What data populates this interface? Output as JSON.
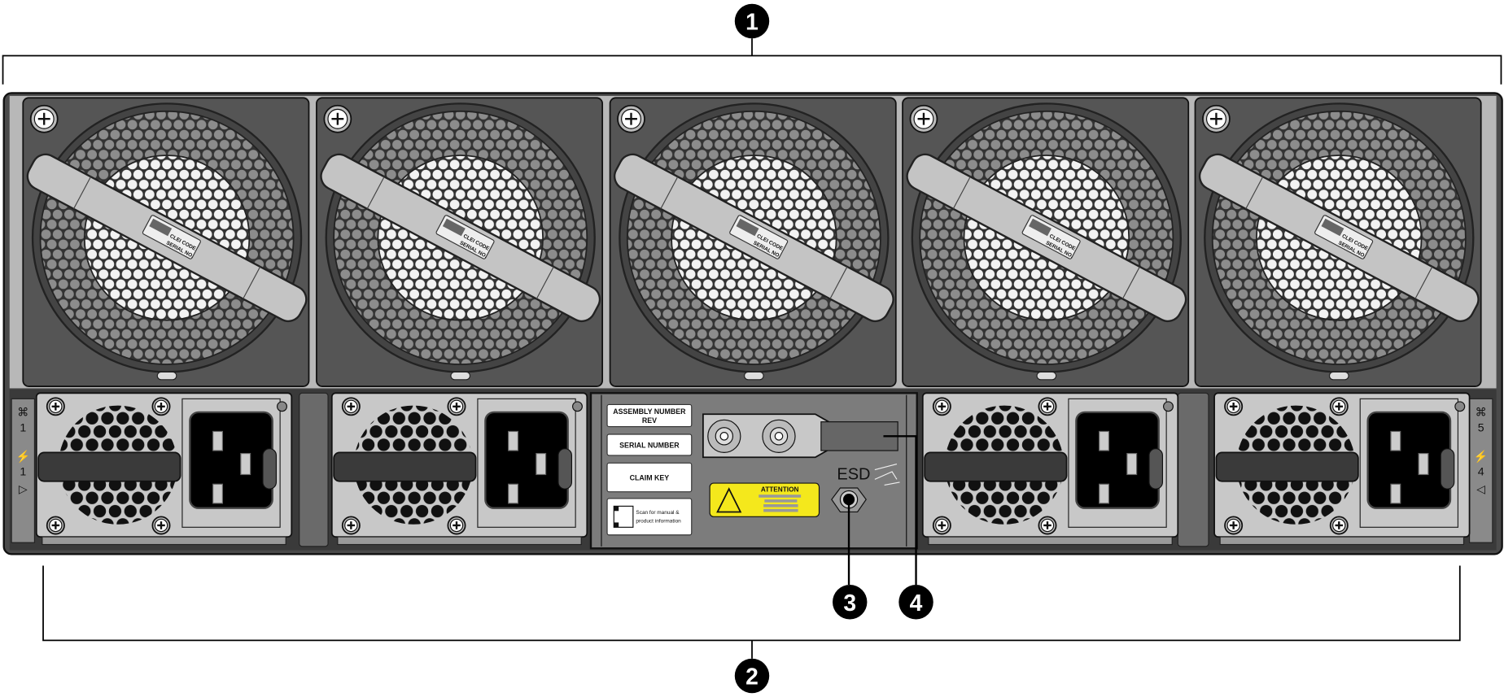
{
  "callouts": {
    "c1": "1",
    "c2": "2",
    "c3": "3",
    "c4": "4"
  },
  "fan_label": {
    "line1": "CLEI CODE",
    "line2": "SERIAL NO."
  },
  "fan_count": 5,
  "side_left": {
    "fan": "1",
    "psu": "1"
  },
  "side_right": {
    "fan": "5",
    "psu": "4"
  },
  "center_panel": {
    "assembly_line1": "ASSEMBLY NUMBER",
    "assembly_line2": "REV",
    "serial": "SERIAL NUMBER",
    "claim": "CLAIM KEY",
    "scan_line1": "Scan for manual &",
    "scan_line2": "product information",
    "attention": "ATTENTION",
    "esd": "ESD"
  },
  "colors": {
    "attention_yellow": "#f4e81c",
    "chassis": "#505050",
    "psu": "#c8c8c8",
    "center": "#7c7c7c"
  }
}
